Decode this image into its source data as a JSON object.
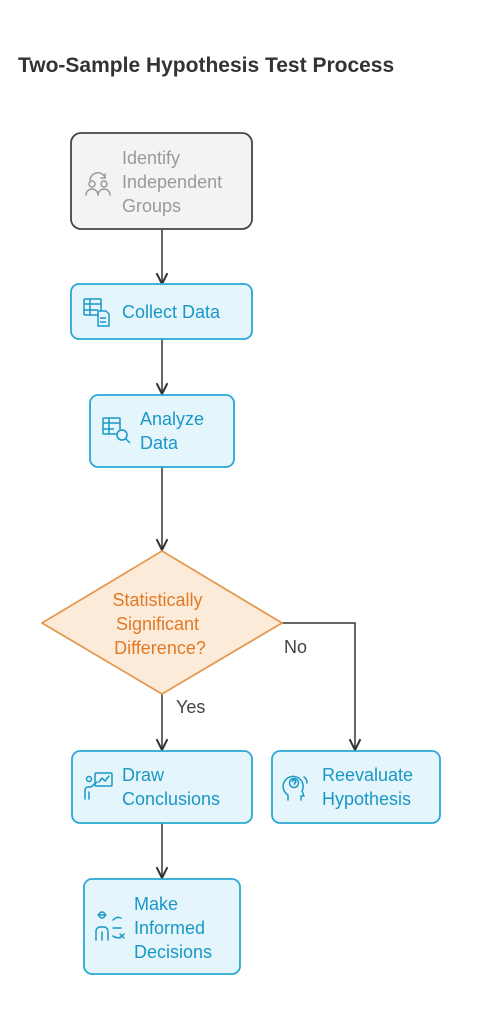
{
  "title": "Two-Sample Hypothesis Test Process",
  "colors": {
    "start_fill": "#f3f3f3",
    "start_stroke": "#444444",
    "start_text": "#9a9a9a",
    "process_fill": "#e4f6fb",
    "process_stroke": "#29a8d6",
    "process_text": "#1a97c6",
    "decision_fill": "#fdebd9",
    "decision_stroke": "#e39a4f",
    "decision_text": "#e07a27",
    "edge": "#333333",
    "edge_label": "#444444"
  },
  "nodes": {
    "identify": {
      "lines": [
        "Identify",
        "Independent",
        "Groups"
      ],
      "icon": "group-refresh-icon"
    },
    "collect": {
      "lines": [
        "Collect Data"
      ],
      "icon": "table-document-icon"
    },
    "analyze": {
      "lines": [
        "Analyze",
        "Data"
      ],
      "icon": "table-search-icon"
    },
    "decision": {
      "lines": [
        "Statistically",
        "Significant",
        "Difference?"
      ]
    },
    "draw": {
      "lines": [
        "Draw",
        "Conclusions"
      ],
      "icon": "presenter-chart-icon"
    },
    "reevaluate": {
      "lines": [
        "Reevaluate",
        "Hypothesis"
      ],
      "icon": "head-question-icon"
    },
    "make": {
      "lines": [
        "Make",
        "Informed",
        "Decisions"
      ],
      "icon": "person-choice-icon"
    }
  },
  "edges": {
    "yes_label": "Yes",
    "no_label": "No"
  }
}
